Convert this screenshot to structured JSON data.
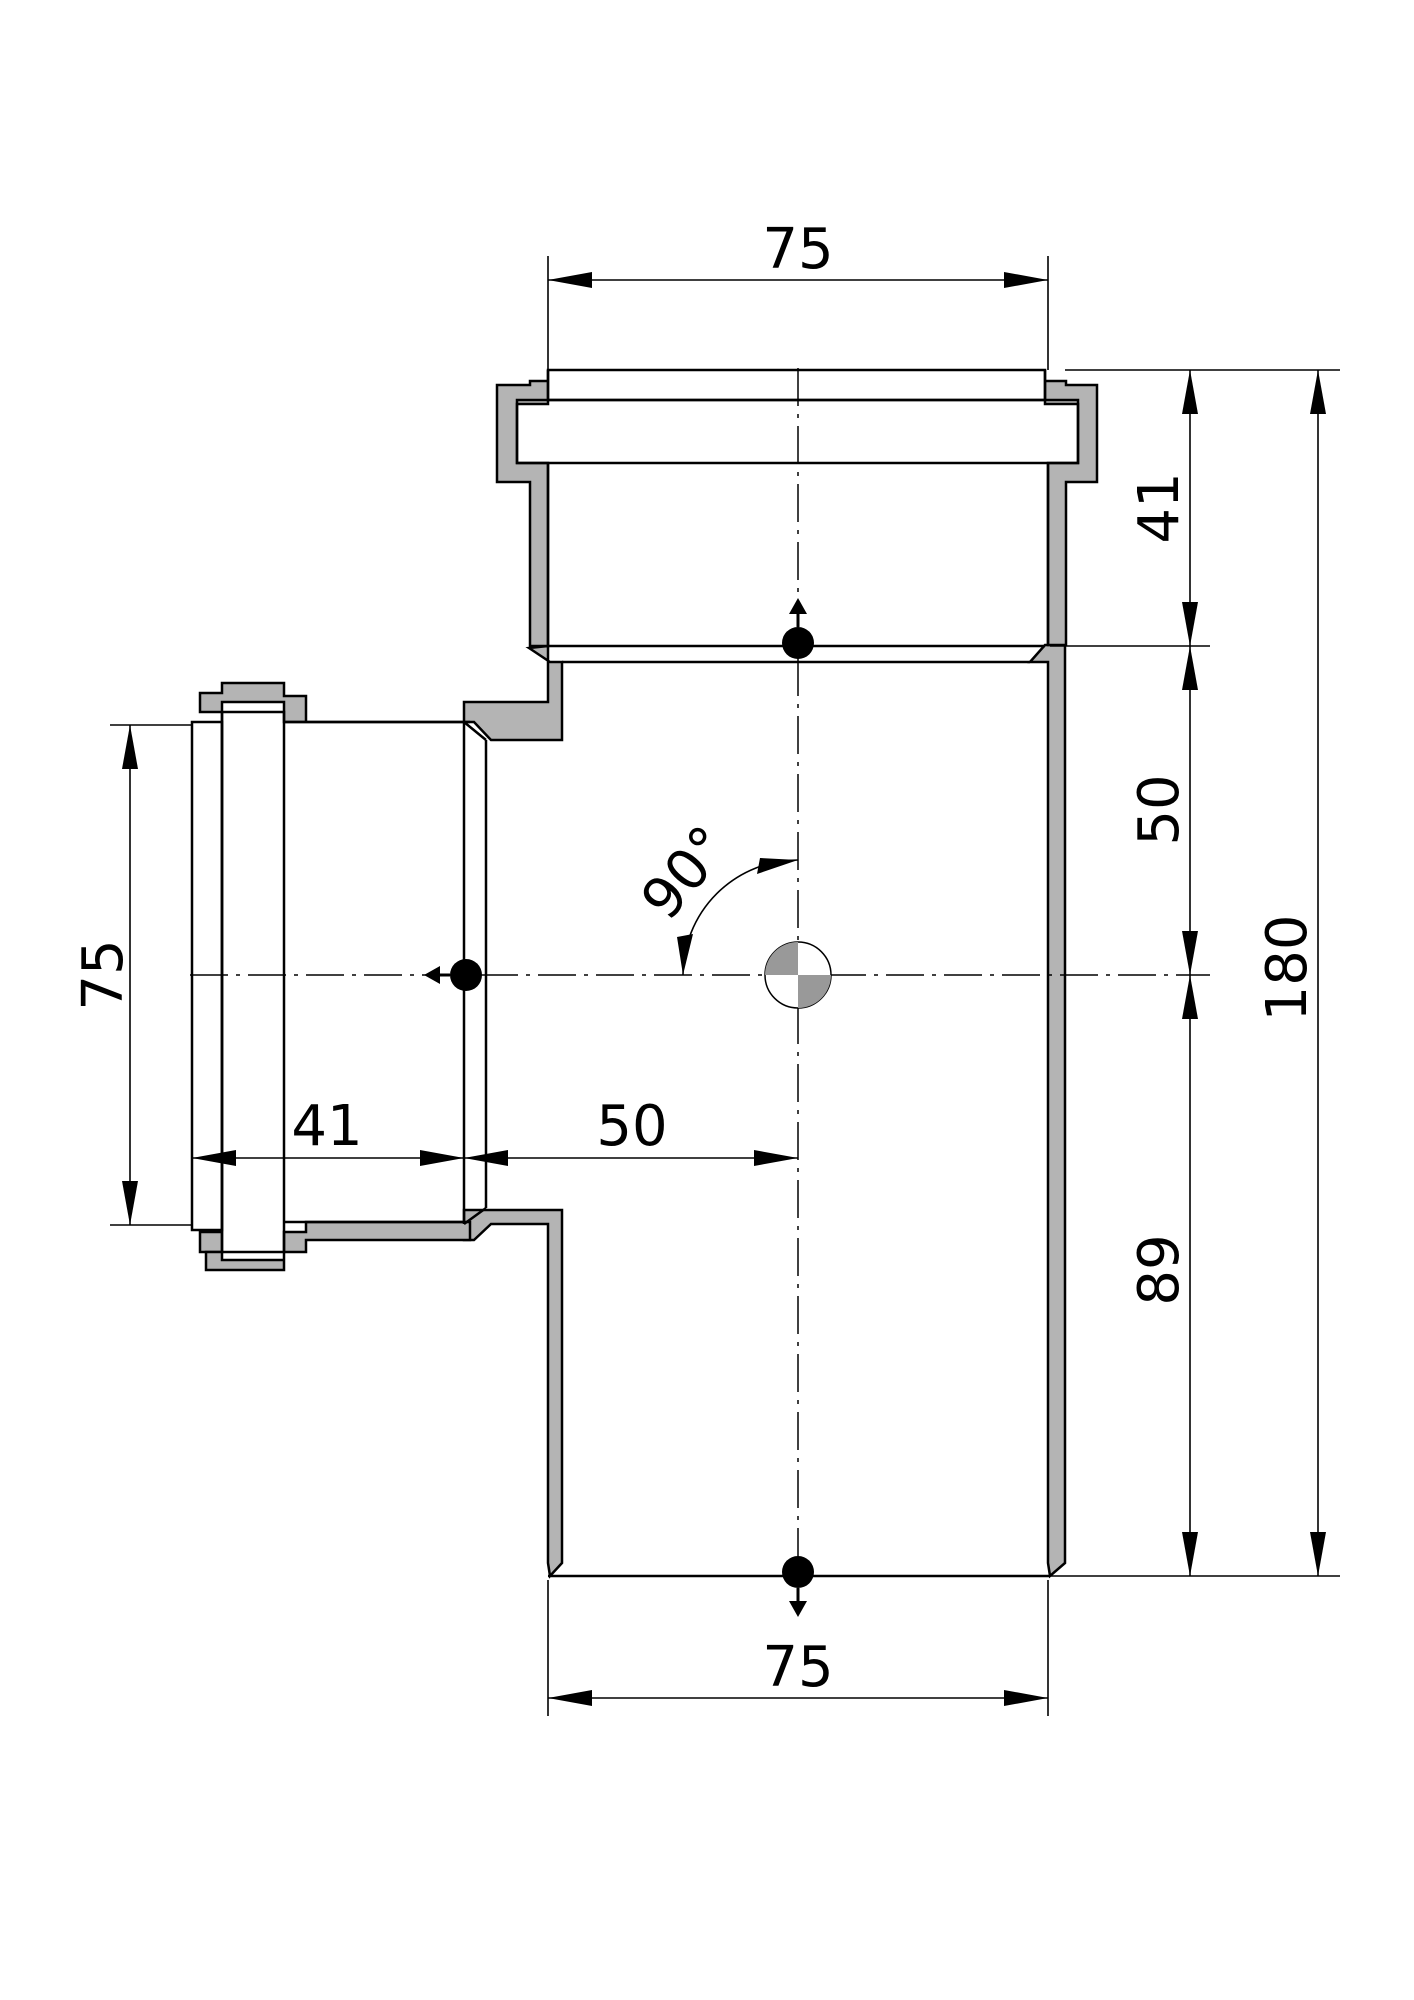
{
  "dimensions": {
    "top_width": "75",
    "bottom_width": "75",
    "branch_diameter": "75",
    "branch_socket_depth": "41",
    "branch_offset": "50",
    "socket_depth": "41",
    "center_to_socket": "50",
    "center_to_bottom": "89",
    "overall_length": "180",
    "angle": "90°"
  },
  "colors": {
    "wall_fill": "#b4b4b4",
    "line": "#000000"
  }
}
